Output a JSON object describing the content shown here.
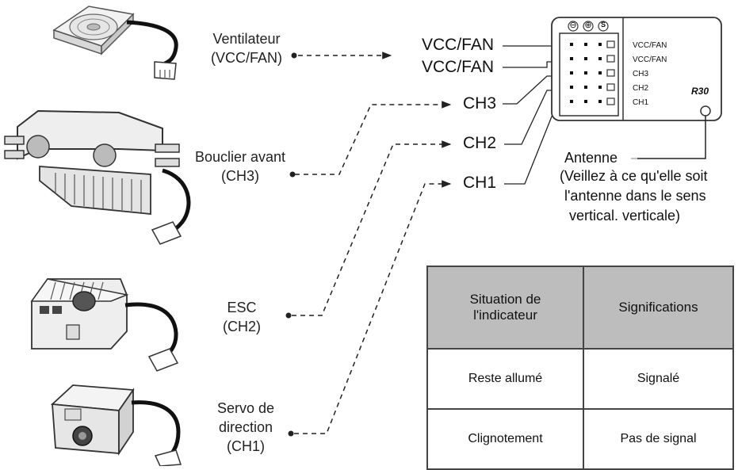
{
  "devices": [
    {
      "id": "fan",
      "name": "Ventilateur",
      "channel": "(VCC/FAN)"
    },
    {
      "id": "bumper",
      "name": "Bouclier avant",
      "channel": "(CH3)"
    },
    {
      "id": "esc",
      "name": "ESC",
      "channel": "(CH2)"
    },
    {
      "id": "servo",
      "name": "Servo de",
      "name2": "direction",
      "channel": "(CH1)"
    }
  ],
  "ports": [
    "VCC/FAN",
    "VCC/FAN",
    "CH3",
    "CH2",
    "CH1"
  ],
  "receiver": {
    "model": "R30",
    "pins": [
      "VCC/FAN",
      "VCC/FAN",
      "CH3",
      "CH2",
      "CH1"
    ],
    "symbols": [
      "⊖",
      "⊕",
      "S"
    ]
  },
  "antenna": {
    "label": "Antenne",
    "note": [
      "(Veillez à ce qu'elle soit",
      "l'antenne dans le sens",
      "vertical. verticale)"
    ]
  },
  "status_table": {
    "headers": [
      "Situation de\nl'indicateur",
      "Significations"
    ],
    "rows": [
      [
        "Reste allumé",
        "Signalé"
      ],
      [
        "Clignotement",
        "Pas de signal"
      ]
    ]
  }
}
